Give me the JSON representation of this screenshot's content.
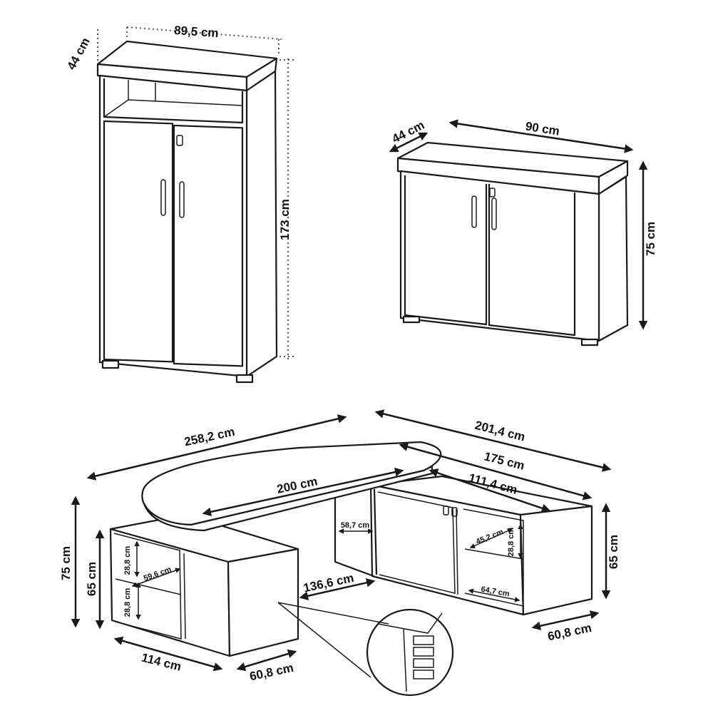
{
  "cabinet_tall": {
    "depth": "44 cm",
    "width": "89,5 cm",
    "height": "173 cm"
  },
  "cabinet_low": {
    "depth": "44 cm",
    "width": "90 cm",
    "height": "75 cm"
  },
  "desk": {
    "total_length": "258,2 cm",
    "top_length": "200 cm",
    "height": "75 cm",
    "left_unit_height": "65 cm",
    "left_shelf_h1": "28,8 cm",
    "left_shelf_depth": "59,6 cm",
    "left_shelf_h2": "28,8 cm",
    "left_unit_width": "114 cm",
    "left_unit_depth": "60,8 cm",
    "gap_width": "136,6 cm",
    "right_total": "201,4 cm",
    "right_unit": "175 cm",
    "right_cabinet": "111,4 cm",
    "leg_space": "58,7 cm",
    "right_shelf_depth": "45,2 cm",
    "right_shelf_h": "28,8 cm",
    "right_shelf_width": "64,7 cm",
    "right_unit_height": "65 cm",
    "right_unit_depth": "60,8 cm"
  }
}
